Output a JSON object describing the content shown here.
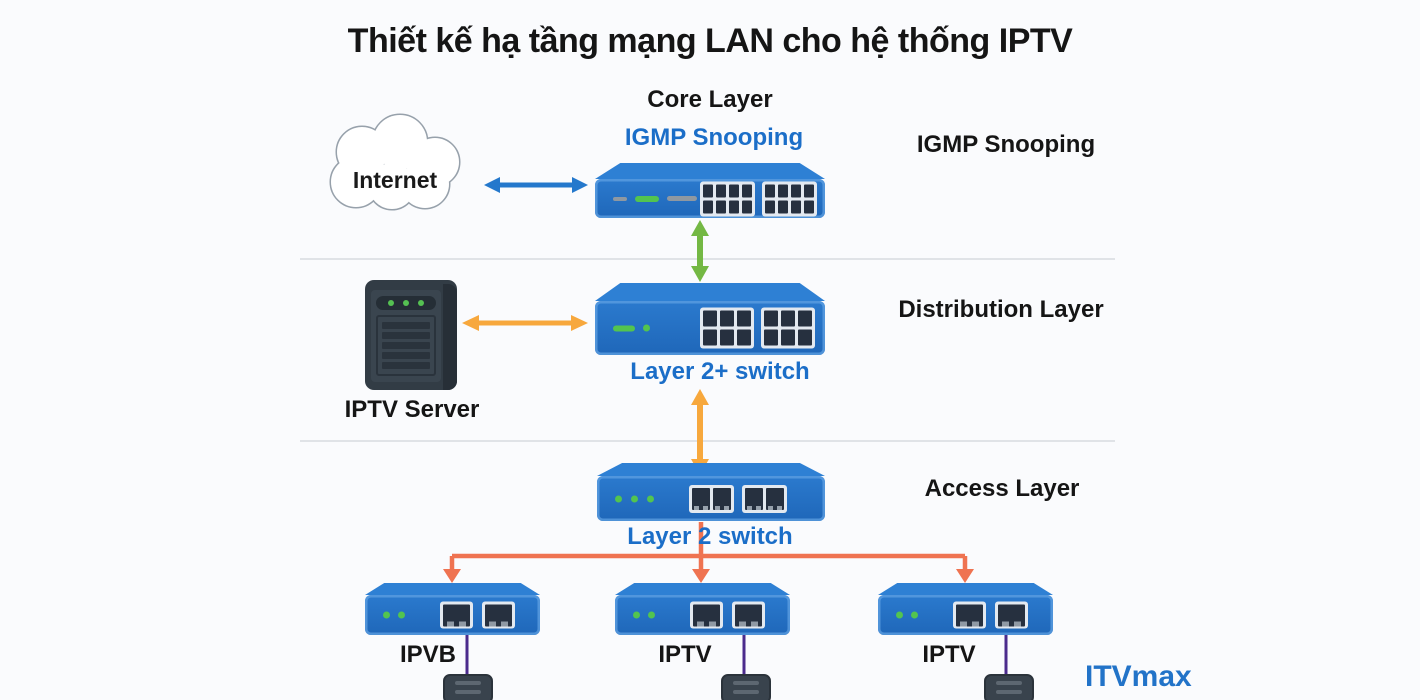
{
  "title": "Thiết kế hạ tầng mạng LAN cho hệ thống IPTV",
  "core": {
    "layer_label": "Core Layer",
    "feature_label": "IGMP Snooping",
    "side_label": "IGMP Snooping"
  },
  "internet": {
    "label": "Internet"
  },
  "distribution": {
    "side_label": "Distribution Layer",
    "switch_label": "Layer 2+ switch"
  },
  "server": {
    "label": "IPTV Server"
  },
  "access": {
    "side_label": "Access Layer",
    "switch_label": "Layer 2 switch"
  },
  "endpoints": {
    "items": [
      {
        "label": "IPVB"
      },
      {
        "label": "IPTV"
      },
      {
        "label": "IPTV"
      }
    ]
  },
  "branding": {
    "logo_text": "ITVmax"
  },
  "colors": {
    "background": "#fafbfd",
    "switch_blue": "#2173c9",
    "switch_blue_top": "#2e80d4",
    "port_dark": "#26303f",
    "port_frame": "#e3e9f0",
    "led_green": "#53c44f",
    "link_blue": "#2478cc",
    "link_green": "#74b844",
    "link_orange": "#f7a83d",
    "link_salmon": "#ef7351",
    "cable_purple": "#4b2b8c",
    "label_blue": "#1b6ec8",
    "logo_blue": "#2273c8",
    "server_dark": "#3a454f",
    "text_dark": "#151515"
  }
}
